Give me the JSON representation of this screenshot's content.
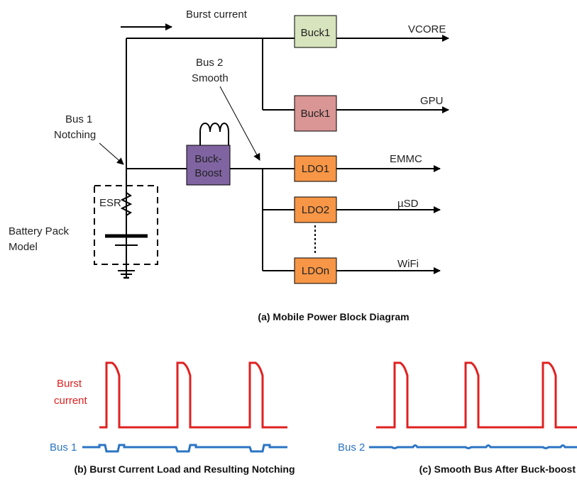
{
  "labels": {
    "burst_current": "Burst current",
    "vcore": "VCORE",
    "gpu": "GPU",
    "emmc": "EMMC",
    "usd": "µSD",
    "wifi": "WiFi",
    "bus2_line1": "Bus 2",
    "bus2_line2": "Smooth",
    "bus1_line1": "Bus 1",
    "bus1_line2": "Notching",
    "esr": "ESR",
    "battery_line1": "Battery Pack",
    "battery_line2": "Model"
  },
  "blocks": {
    "buck1_top": "Buck1",
    "buck1_gpu": "Buck1",
    "buckboost_line1": "Buck-",
    "buckboost_line2": "Boost",
    "ldo1": "LDO1",
    "ldo2": "LDO2",
    "ldon": "LDOn"
  },
  "colors": {
    "buck1_top": "#d7e4bd",
    "buck1_gpu": "#d99694",
    "buckboost": "#8064a2",
    "ldo": "#f79646",
    "burst_wave": "#e02020",
    "bus_wave": "#2b74c4"
  },
  "captions": {
    "a": "(a) Mobile Power Block Diagram",
    "b": "(b) Burst Current Load and Resulting Notching",
    "c": "(c) Smooth Bus After Buck-boost"
  },
  "waveforms": {
    "burst_line1": "Burst",
    "burst_line2": "current",
    "bus1": "Bus 1",
    "bus2": "Bus 2"
  }
}
